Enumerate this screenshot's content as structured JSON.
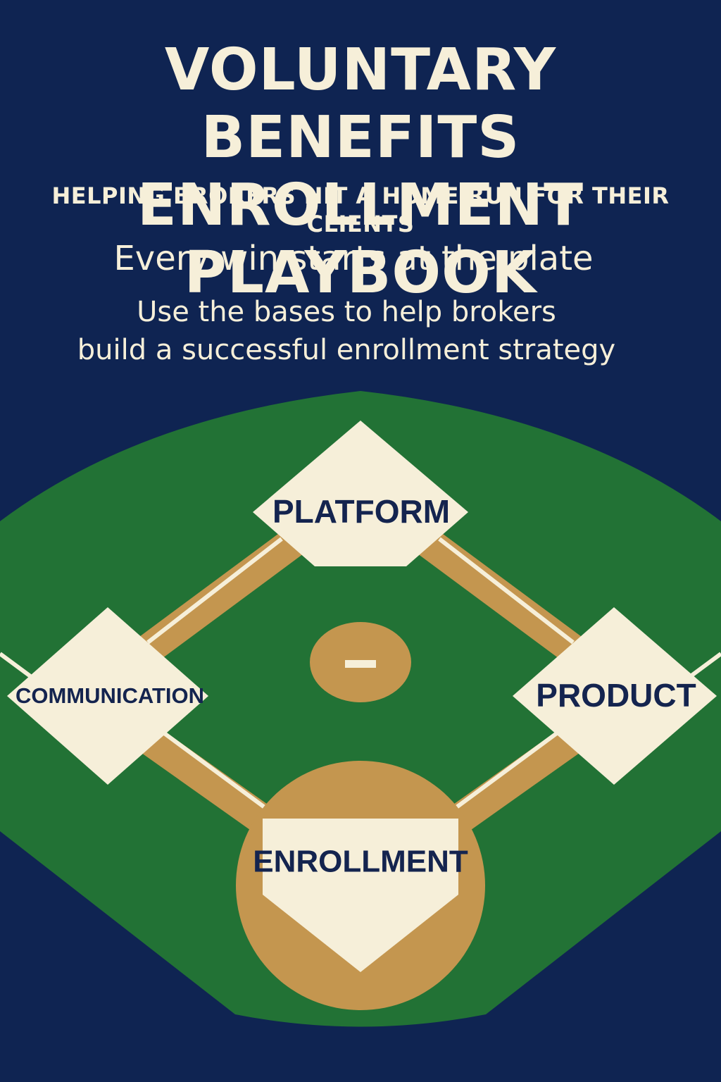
{
  "header": {
    "title_line1": "VOLUNTARY BENEFITS",
    "title_line2": "ENROLLMENT PLAYBOOK",
    "subtitle": "HELPING BROKERS HIT A HOME RUN FOR THEIR CLIENTS",
    "tagline": "Every win starts at the plate",
    "description_line1": "Use the bases to help brokers",
    "description_line2": "build a successful enrollment strategy"
  },
  "field": {
    "bases": {
      "second": "PLATFORM",
      "third": "COMMUNICATION",
      "first": "PRODUCT",
      "home": "ENROLLMENT"
    }
  },
  "colors": {
    "background": "#0f2452",
    "grass": "#227235",
    "dirt": "#c4964f",
    "base": "#f6efd9",
    "text_dark": "#14244f"
  }
}
